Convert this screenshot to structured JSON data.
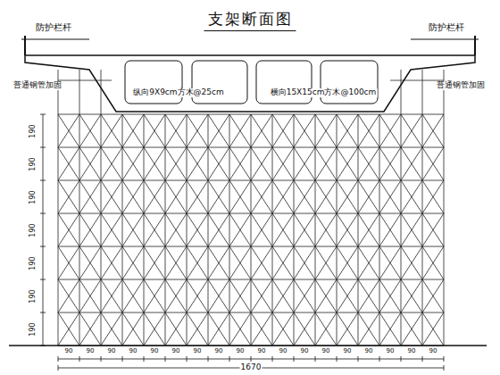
{
  "diagram": {
    "title": "支架断面图",
    "labels": [
      "防护栏杆",
      "防护栏杆",
      "普通钢管加固",
      "普通钢管加固",
      "纵向9X9cm方木@25cm",
      "横向15X15cm方木@100cm",
      "190",
      "190",
      "190",
      "190",
      "190",
      "190",
      "190",
      "90",
      "90",
      "90",
      "90",
      "90",
      "90",
      "90",
      "90",
      "90",
      "90",
      "90",
      "90",
      "90",
      "90",
      "90",
      "90",
      "90",
      "90",
      "1670"
    ]
  }
}
